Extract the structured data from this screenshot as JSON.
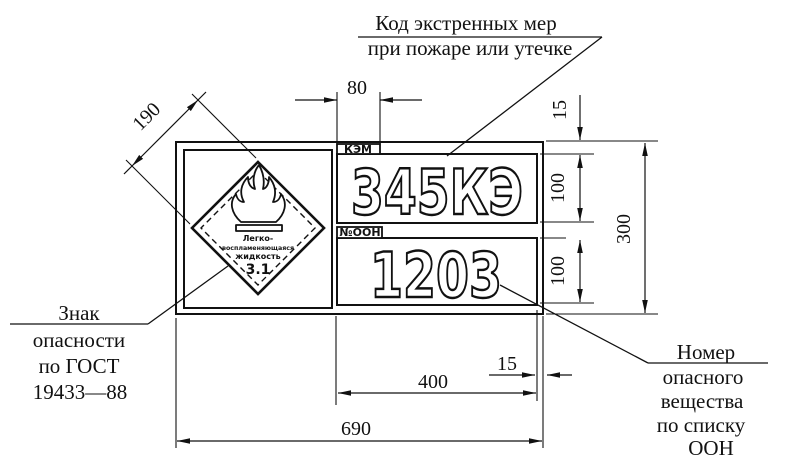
{
  "colors": {
    "ink": "#111111",
    "paper": "#ffffff"
  },
  "callouts": {
    "emergency_code": {
      "line1": "Код экстренных мер",
      "line2": "при пожаре или утечке"
    },
    "hazard_sign": {
      "line1": "Знак",
      "line2": "опасности",
      "line3": "по ГОСТ",
      "line4": "19433—88"
    },
    "un_number": {
      "line1": "Номер",
      "line2": "опасного",
      "line3": "вещества",
      "line4": "по списку",
      "line5": "ООН"
    }
  },
  "panel": {
    "kem_label": "КЭМ",
    "kem_code": "345КЭ",
    "un_label": "№ООН",
    "un_code": "1203",
    "diamond": {
      "line1": "Легко-",
      "line2": "воспламеняющаяся",
      "line3": "жидкость",
      "class_number": "3.1"
    }
  },
  "dimensions": {
    "tab_width": "80",
    "top_offset": "15",
    "code_box_height": "100",
    "un_box_height": "100",
    "panel_height": "300",
    "sign_side": "190",
    "box_width": "400",
    "right_offset": "15",
    "panel_width": "690"
  }
}
